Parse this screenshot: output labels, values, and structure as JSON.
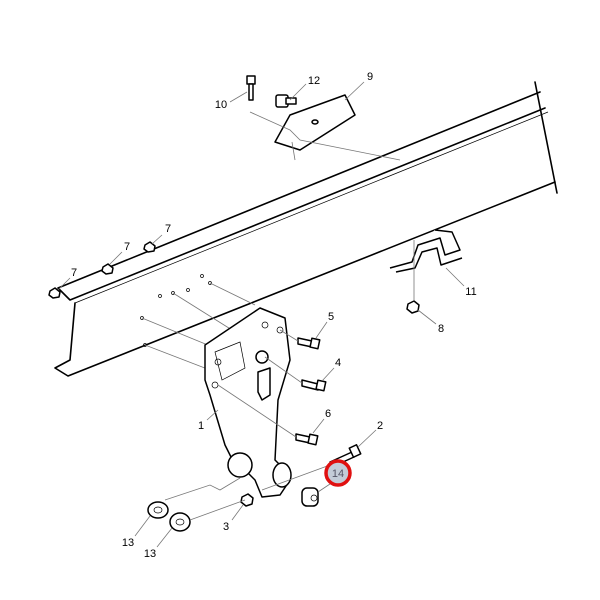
{
  "diagram": {
    "type": "exploded-parts-diagram",
    "highlight_color": "#e01010",
    "callouts": [
      {
        "id": "c10",
        "label": "10"
      },
      {
        "id": "c12",
        "label": "12"
      },
      {
        "id": "c9",
        "label": "9"
      },
      {
        "id": "c7a",
        "label": "7"
      },
      {
        "id": "c7b",
        "label": "7"
      },
      {
        "id": "c7c",
        "label": "7"
      },
      {
        "id": "c11",
        "label": "11"
      },
      {
        "id": "c8",
        "label": "8"
      },
      {
        "id": "c5",
        "label": "5"
      },
      {
        "id": "c4",
        "label": "4"
      },
      {
        "id": "c6",
        "label": "6"
      },
      {
        "id": "c1",
        "label": "1"
      },
      {
        "id": "c2",
        "label": "2"
      },
      {
        "id": "c14",
        "label": "14",
        "highlighted": true
      },
      {
        "id": "c3",
        "label": "3"
      },
      {
        "id": "c13a",
        "label": "13"
      },
      {
        "id": "c13b",
        "label": "13"
      }
    ]
  }
}
